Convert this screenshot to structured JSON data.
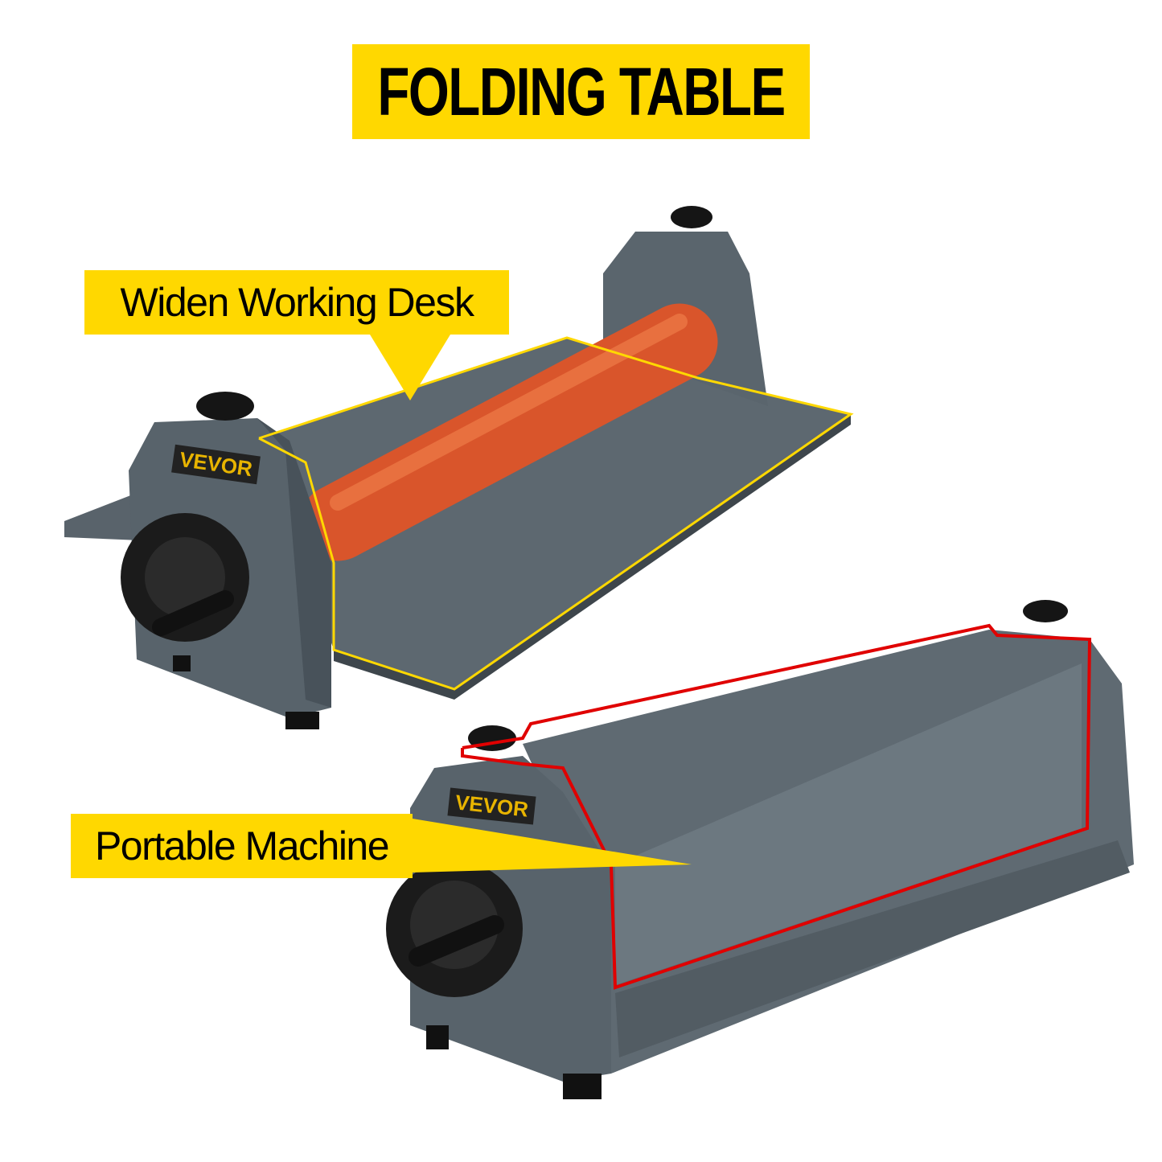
{
  "title": "FOLDING TABLE",
  "callouts": [
    {
      "label": "Widen Working Desk"
    },
    {
      "label": "Portable Machine"
    }
  ],
  "brand": "VEVOR",
  "colors": {
    "banner": "#FFD800",
    "machine": "#5B666E",
    "roller": "#D9552B",
    "highlight_top": "#FFD800",
    "highlight_bottom": "#E00000"
  }
}
